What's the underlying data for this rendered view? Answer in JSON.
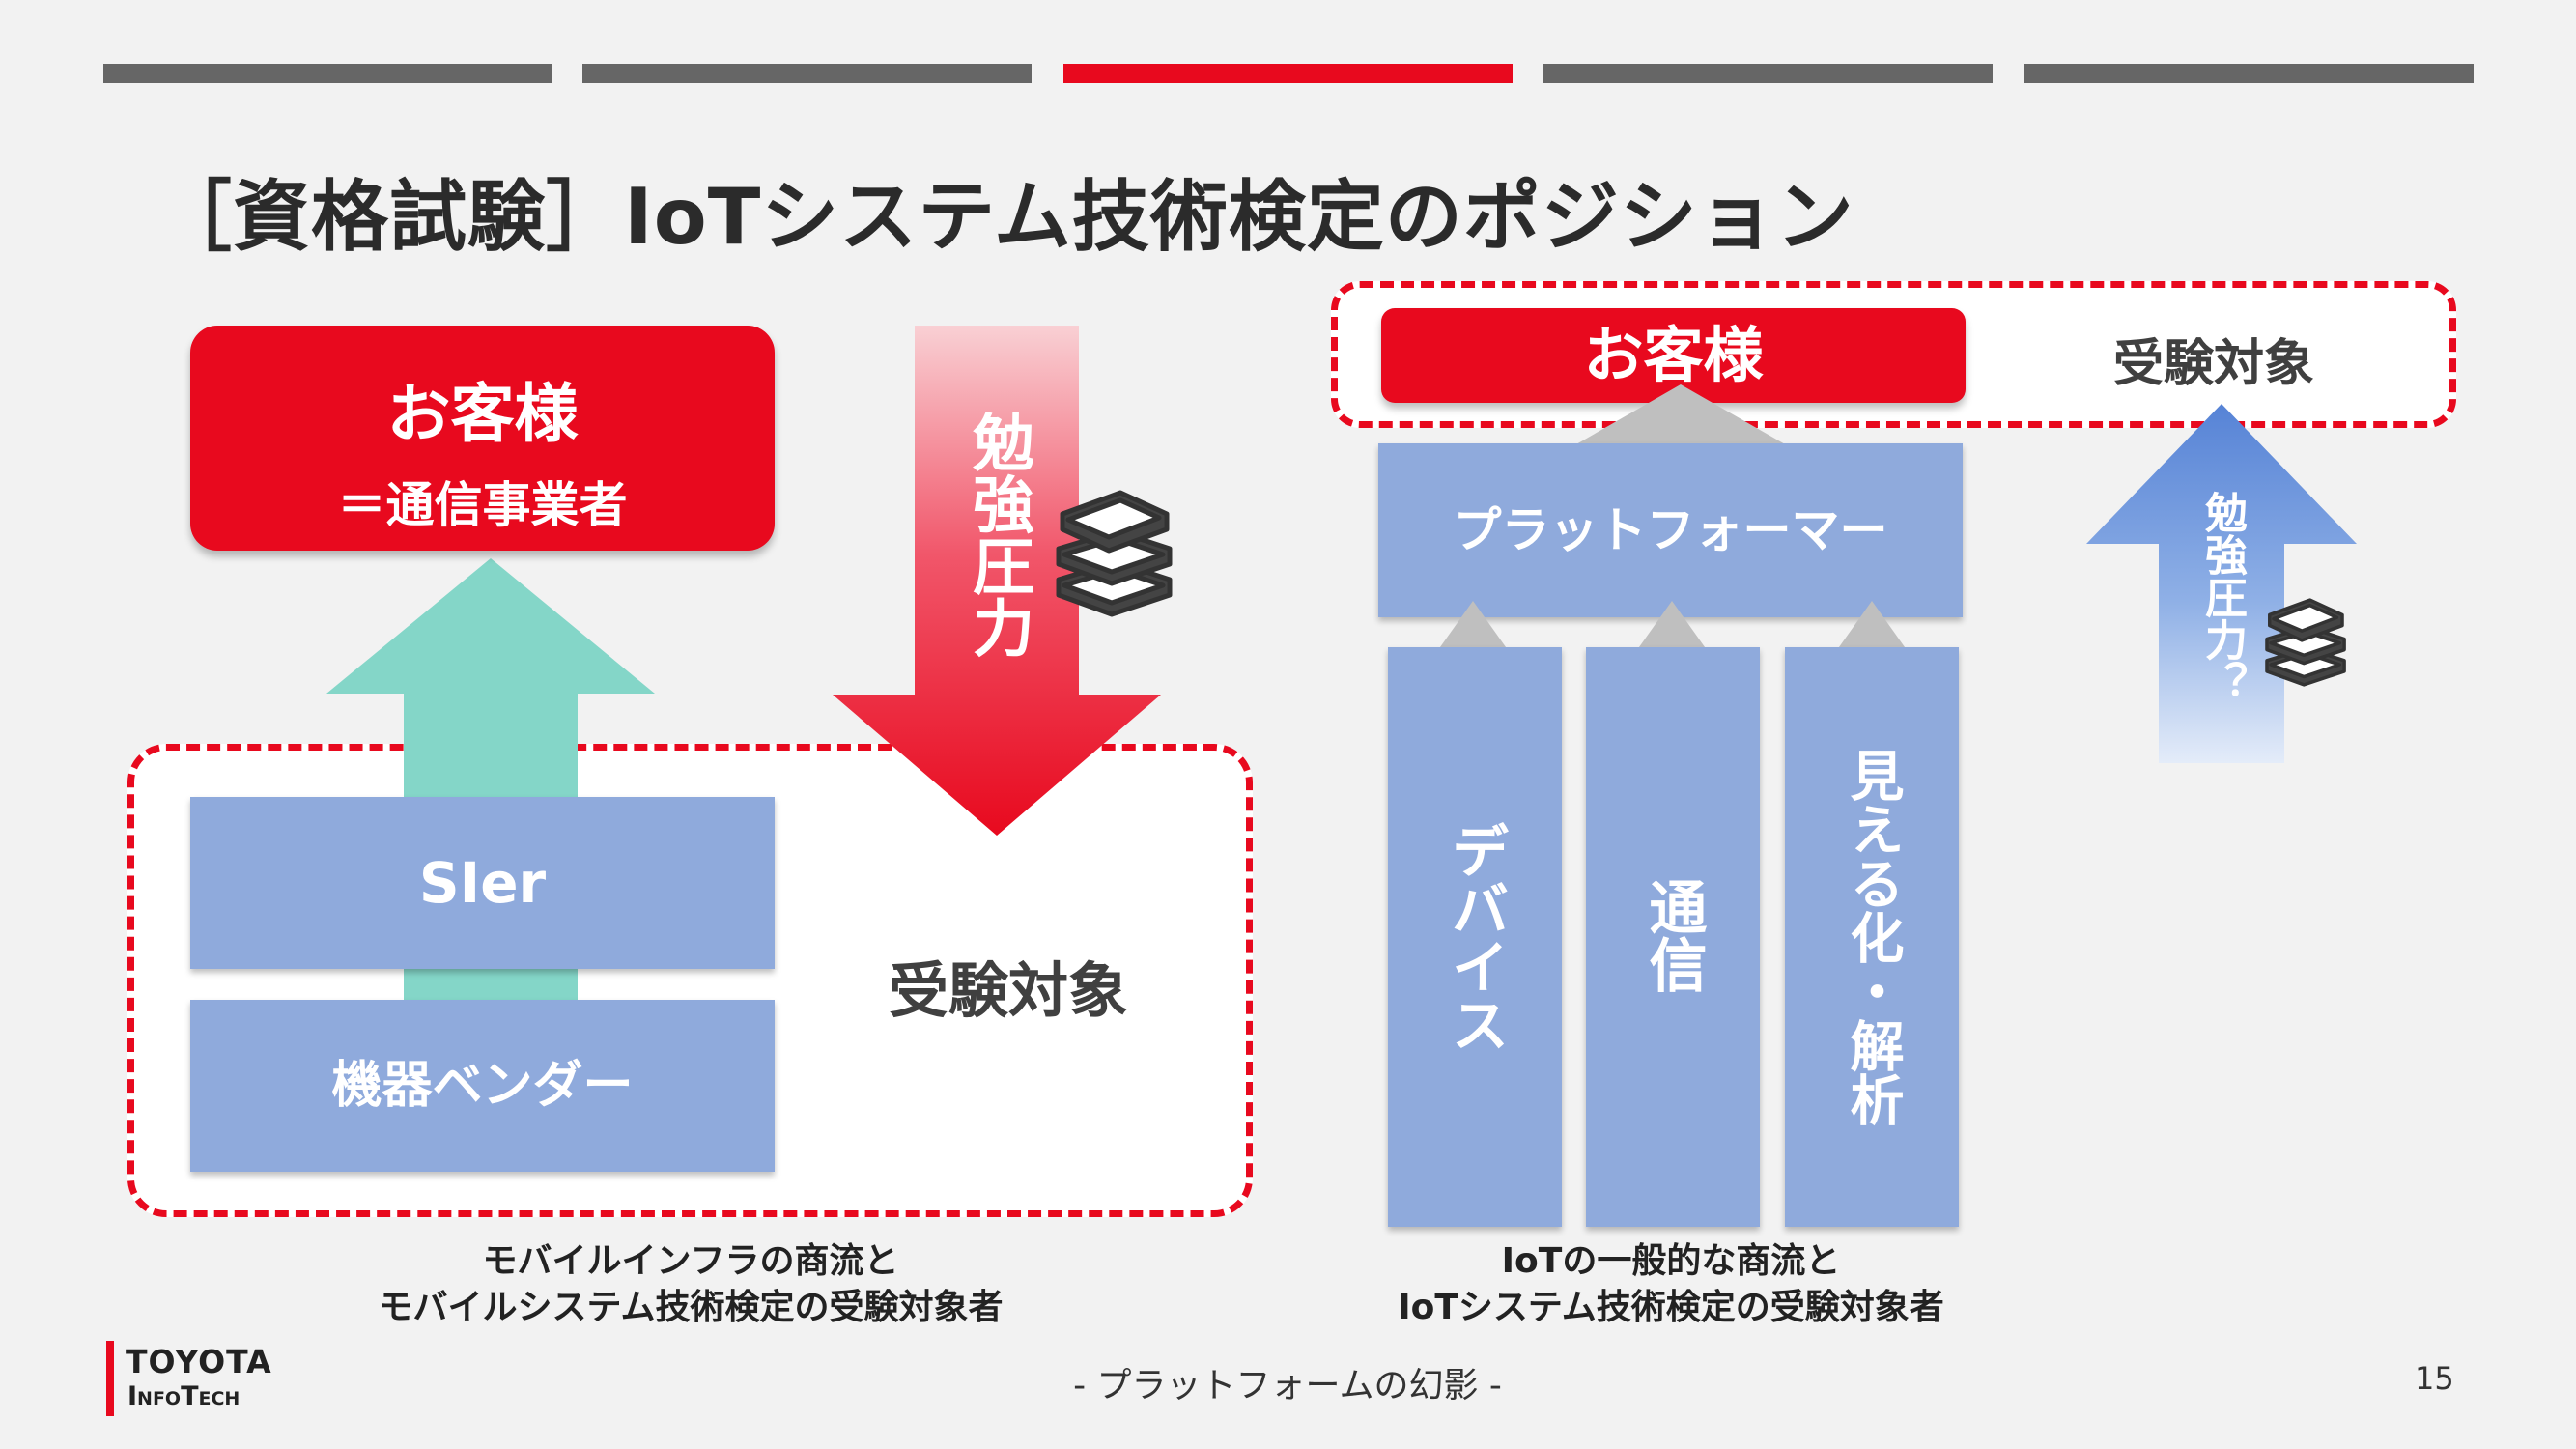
{
  "colors": {
    "accent": "#e8091e",
    "tab_gray": "#666666",
    "box_blue": "#8faadc",
    "teal_arrow": "#84d6c8",
    "triangle_gray": "#bfbfbf"
  },
  "nav_tabs": [
    {
      "state": "inactive"
    },
    {
      "state": "inactive"
    },
    {
      "state": "active"
    },
    {
      "state": "inactive"
    },
    {
      "state": "inactive"
    }
  ],
  "title": "［資格試験］IoTシステム技術検定のポジション",
  "left": {
    "customer_title": "お客様",
    "customer_sub": "＝通信事業者",
    "pressure_text": "勉強圧力",
    "sier": "SIer",
    "vendor": "機器ベンダー",
    "target": "受験対象",
    "caption_line1": "モバイルインフラの商流と",
    "caption_line2": "モバイルシステム技術検定の受験対象者"
  },
  "right": {
    "customer": "お客様",
    "target": "受験対象",
    "platformer": "プラットフォーマー",
    "device": "デバイス",
    "comm": "通信",
    "visual": "見える化・解析",
    "pressure_text": "勉強圧力？",
    "caption_line1": "IoTの一般的な商流と",
    "caption_line2": "IoTシステム技術検定の受験対象者"
  },
  "footer": {
    "logo_line1": "TOYOTA",
    "logo_line2": "InfoTech",
    "center_text": "- プラットフォームの幻影 -",
    "page_number": "15"
  }
}
